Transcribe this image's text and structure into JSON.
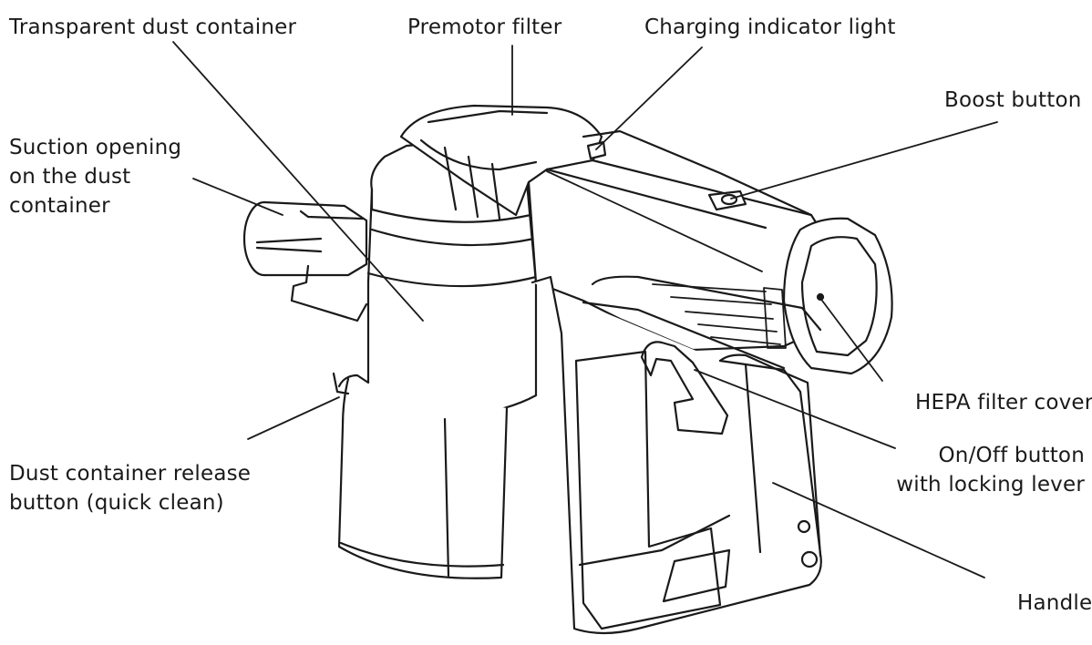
{
  "labels": {
    "transparent_dust_container": "Transparent dust container",
    "premotor_filter": "Premotor filter",
    "charging_indicator_light": "Charging indicator light",
    "boost_button": "Boost button",
    "suction_opening": [
      "Suction opening",
      "on the dust",
      "container"
    ],
    "dust_container_release": [
      "Dust container release",
      "button (quick clean)"
    ],
    "hepa_filter_cover": "HEPA filter cover",
    "on_off_button": [
      "On/Off button",
      "with locking lever"
    ],
    "handle": "Handle"
  },
  "colors": {
    "line": "#1a1a1a",
    "body_fill": "#ffffff",
    "text": "#1a1a1a"
  }
}
